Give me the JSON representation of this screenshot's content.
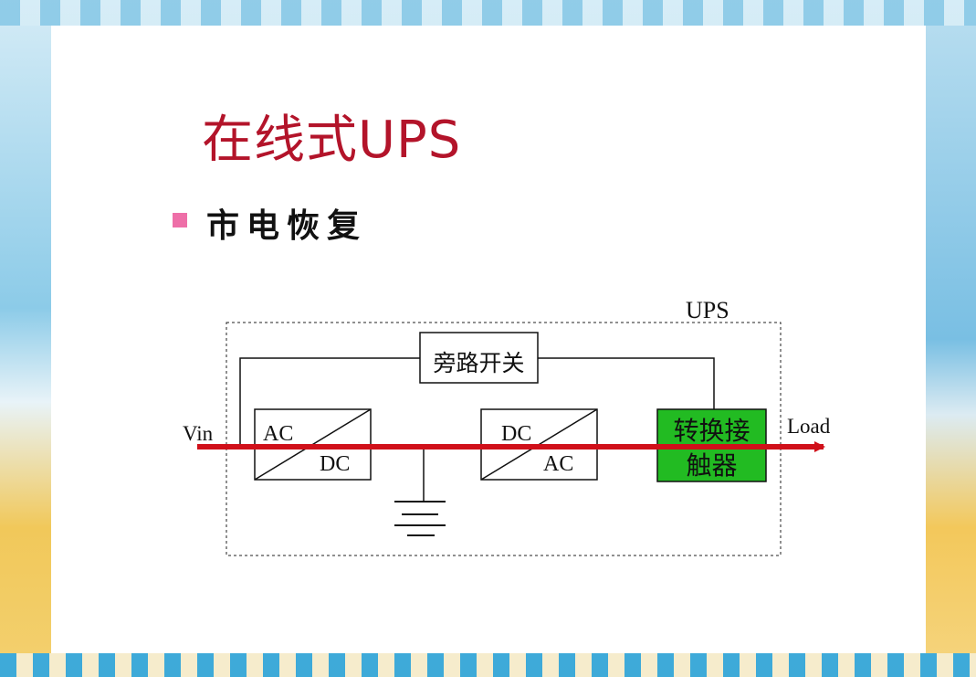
{
  "slide": {
    "title": "在线式UPS",
    "bullet_text": "市电恢复"
  },
  "diagram": {
    "ups_label": "UPS",
    "bypass_switch": "旁路开关",
    "rectifier": {
      "input": "AC",
      "output": "DC"
    },
    "inverter": {
      "input": "DC",
      "output": "AC"
    },
    "transfer_contactor": {
      "line1": "转换接",
      "line2": "触器"
    },
    "input_label": "Vin",
    "output_label": "Load",
    "colors": {
      "power_flow": "#d0101a",
      "contactor_fill": "#22bb22",
      "title": "#b3142a",
      "bullet": "#ee6fa8"
    }
  }
}
